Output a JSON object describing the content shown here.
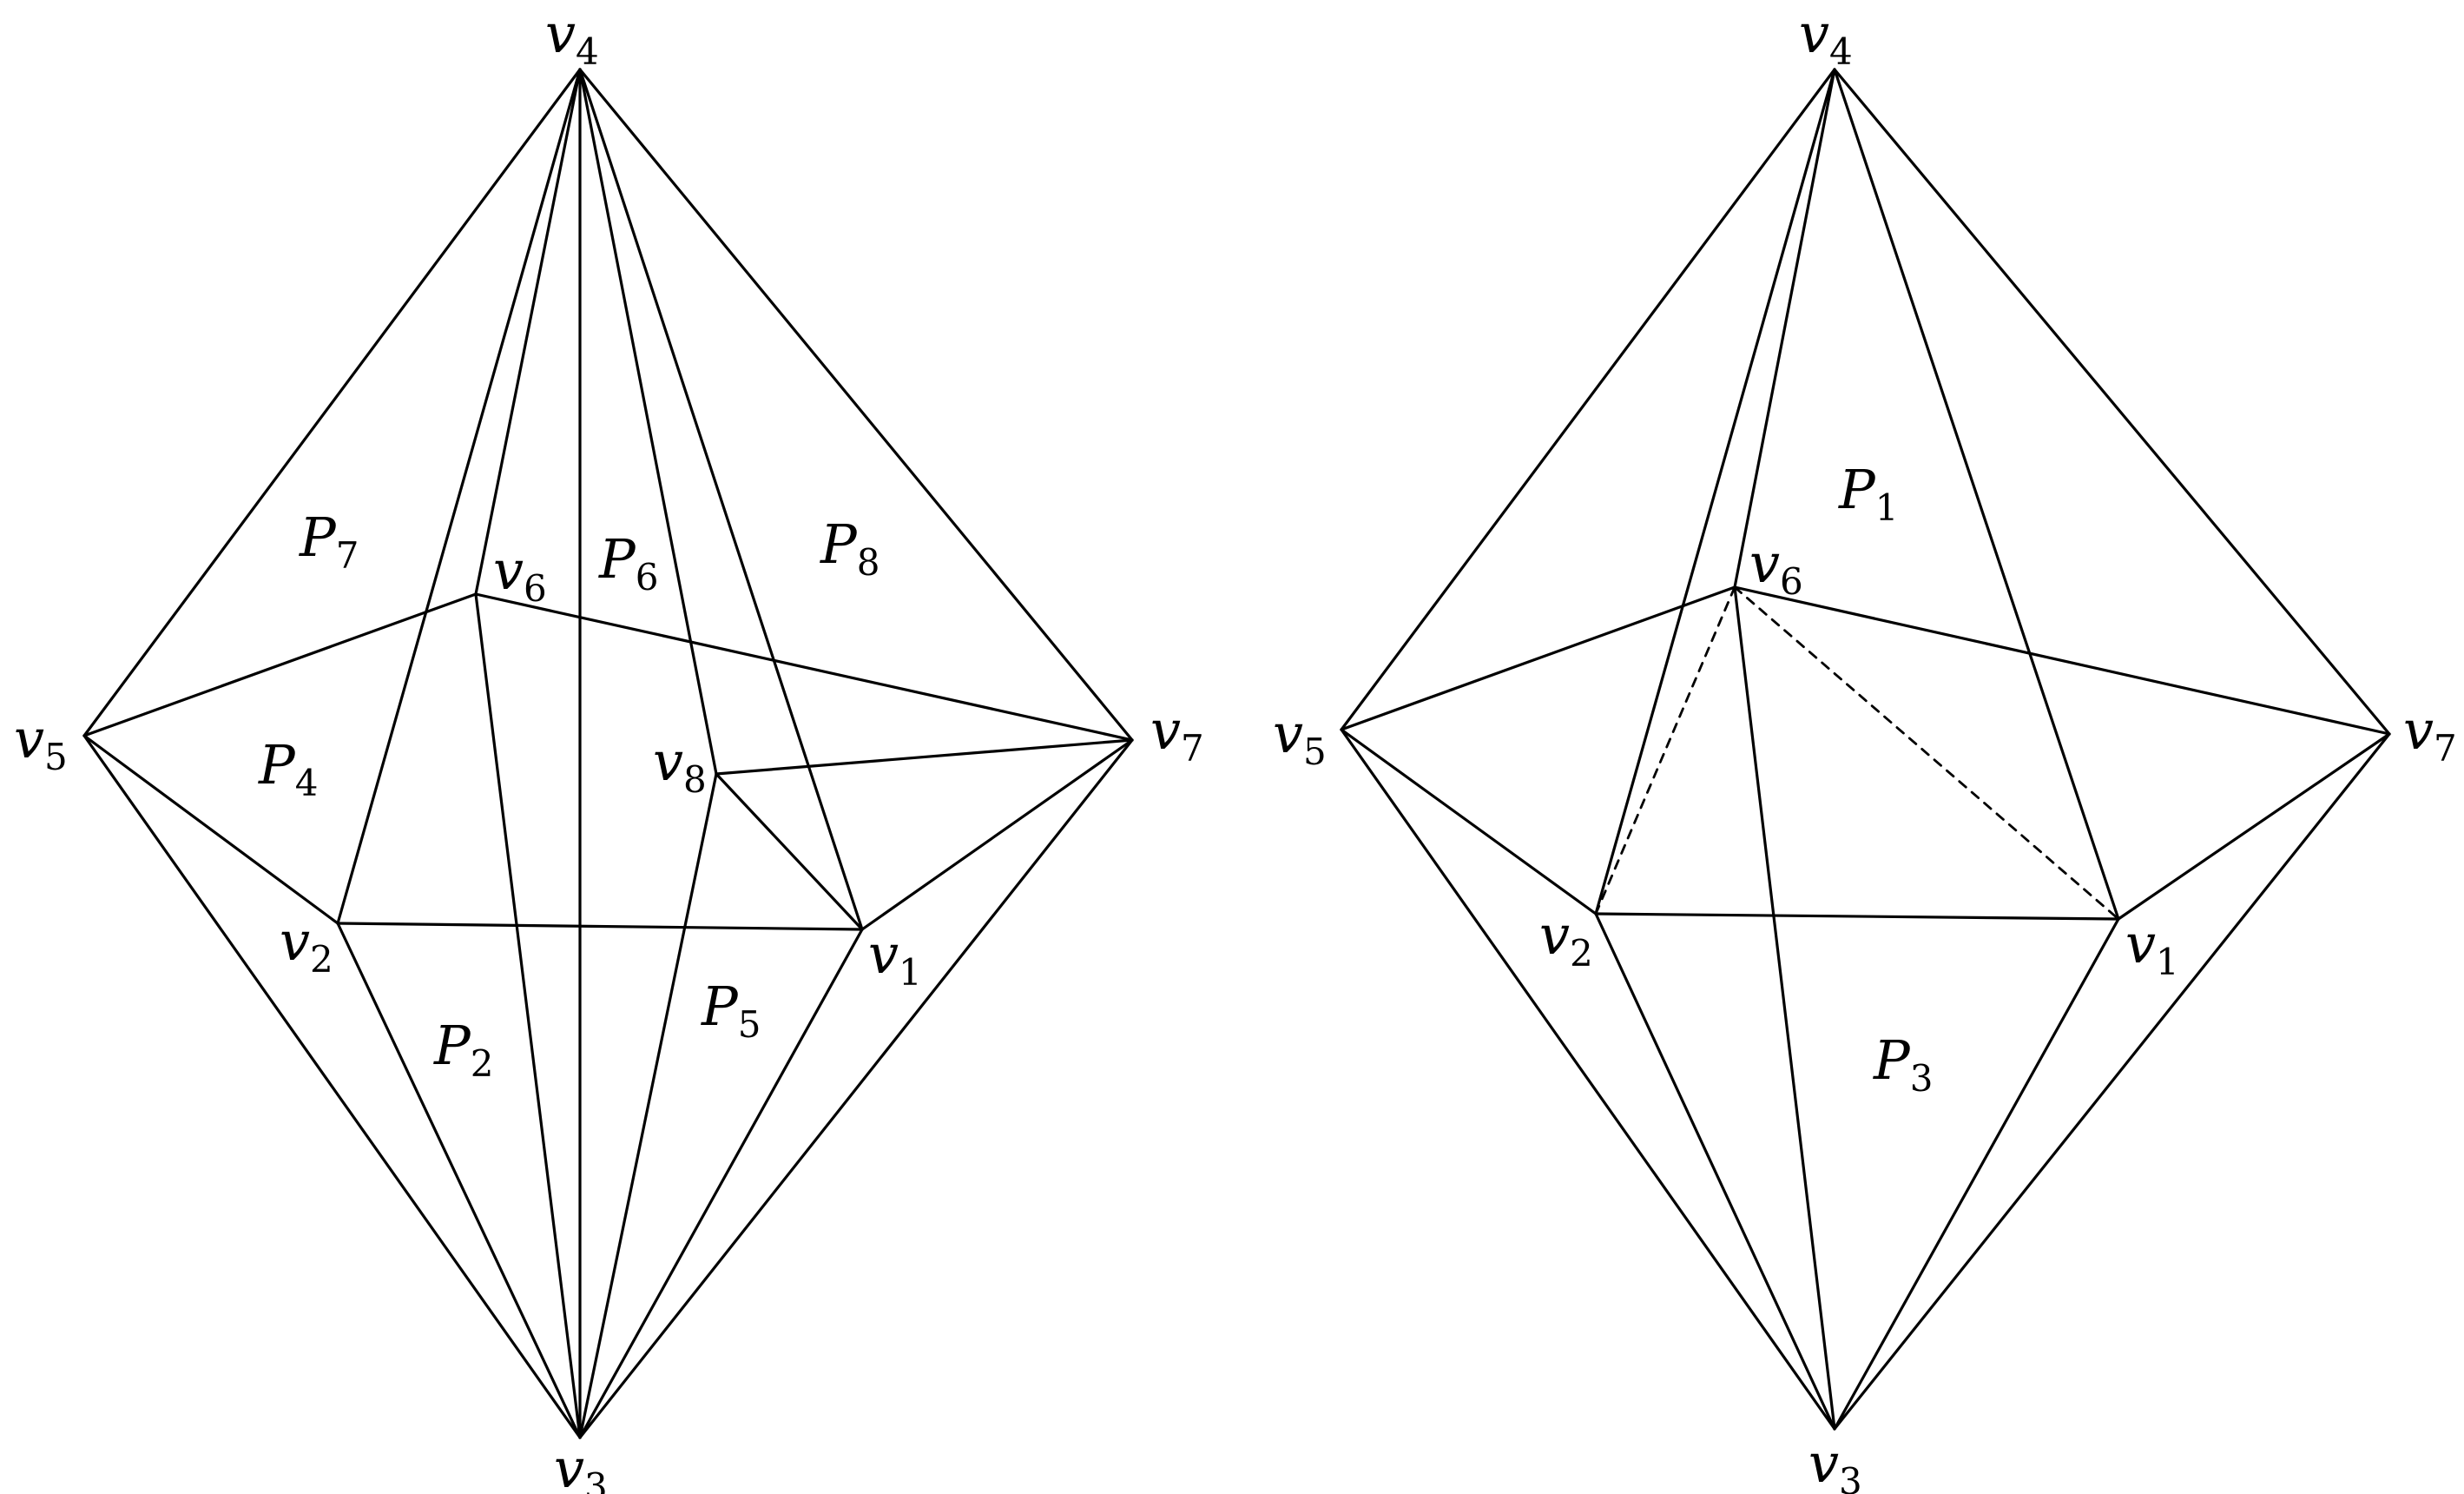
{
  "diagrams": [
    {
      "id": "left",
      "vertices": [
        {
          "id": "v1",
          "label": "v",
          "sub": "1"
        },
        {
          "id": "v2",
          "label": "v",
          "sub": "2"
        },
        {
          "id": "v3",
          "label": "v",
          "sub": "3"
        },
        {
          "id": "v4",
          "label": "v",
          "sub": "4"
        },
        {
          "id": "v5",
          "label": "v",
          "sub": "5"
        },
        {
          "id": "v6",
          "label": "v",
          "sub": "6"
        },
        {
          "id": "v7",
          "label": "v",
          "sub": "7"
        },
        {
          "id": "v8",
          "label": "v",
          "sub": "8"
        }
      ],
      "edges": [
        [
          "v4",
          "v5"
        ],
        [
          "v4",
          "v7"
        ],
        [
          "v5",
          "v3"
        ],
        [
          "v7",
          "v3"
        ],
        [
          "v4",
          "v2"
        ],
        [
          "v4",
          "v6"
        ],
        [
          "v4",
          "v3"
        ],
        [
          "v4",
          "v8"
        ],
        [
          "v4",
          "v1"
        ],
        [
          "v5",
          "v6"
        ],
        [
          "v6",
          "v7"
        ],
        [
          "v5",
          "v2"
        ],
        [
          "v2",
          "v1"
        ],
        [
          "v1",
          "v7"
        ],
        [
          "v8",
          "v7"
        ],
        [
          "v8",
          "v1"
        ],
        [
          "v6",
          "v3"
        ],
        [
          "v2",
          "v3"
        ],
        [
          "v8",
          "v3"
        ],
        [
          "v1",
          "v3"
        ]
      ],
      "regions": [
        {
          "label": "P",
          "sub": "7"
        },
        {
          "label": "P",
          "sub": "6"
        },
        {
          "label": "P",
          "sub": "8"
        },
        {
          "label": "P",
          "sub": "4"
        },
        {
          "label": "P",
          "sub": "2"
        },
        {
          "label": "P",
          "sub": "5"
        }
      ]
    },
    {
      "id": "right",
      "vertices": [
        {
          "id": "v1",
          "label": "v",
          "sub": "1"
        },
        {
          "id": "v2",
          "label": "v",
          "sub": "2"
        },
        {
          "id": "v3",
          "label": "v",
          "sub": "3"
        },
        {
          "id": "v4",
          "label": "v",
          "sub": "4"
        },
        {
          "id": "v5",
          "label": "v",
          "sub": "5"
        },
        {
          "id": "v6",
          "label": "v",
          "sub": "6"
        },
        {
          "id": "v7",
          "label": "v",
          "sub": "7"
        }
      ],
      "edges": [
        [
          "v4",
          "v5"
        ],
        [
          "v4",
          "v7"
        ],
        [
          "v5",
          "v3"
        ],
        [
          "v7",
          "v3"
        ],
        [
          "v4",
          "v2"
        ],
        [
          "v4",
          "v6"
        ],
        [
          "v4",
          "v1"
        ],
        [
          "v5",
          "v6"
        ],
        [
          "v6",
          "v7"
        ],
        [
          "v5",
          "v2"
        ],
        [
          "v2",
          "v1"
        ],
        [
          "v1",
          "v7"
        ],
        [
          "v6",
          "v3"
        ],
        [
          "v2",
          "v3"
        ],
        [
          "v1",
          "v3"
        ]
      ],
      "dashed_edges": [
        [
          "v6",
          "v2"
        ],
        [
          "v6",
          "v1"
        ]
      ],
      "regions": [
        {
          "label": "P",
          "sub": "1"
        },
        {
          "label": "P",
          "sub": "3"
        }
      ]
    }
  ]
}
